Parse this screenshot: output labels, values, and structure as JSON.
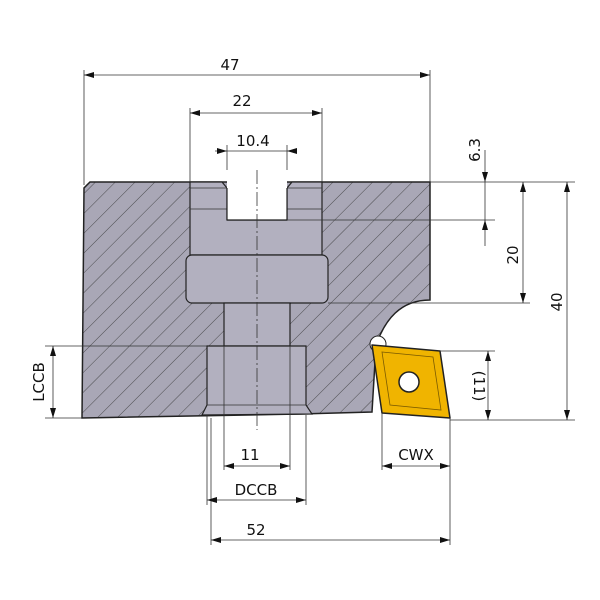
{
  "dimensions": {
    "overall_width": "47",
    "bore_width": "22",
    "keyway_width": "10.4",
    "keyway_depth": "6.3",
    "bore_depth": "20",
    "height": "40",
    "lccb": "LCCB",
    "counterbore_inner": "11",
    "dccb": "DCCB",
    "cutting_diameter": "52",
    "cwx": "CWX",
    "insert_height": "(11)"
  },
  "colors": {
    "body": "#a9a7b6",
    "bore": "#b2b0bf",
    "insert": "#f0b400",
    "outline": "#222222"
  }
}
